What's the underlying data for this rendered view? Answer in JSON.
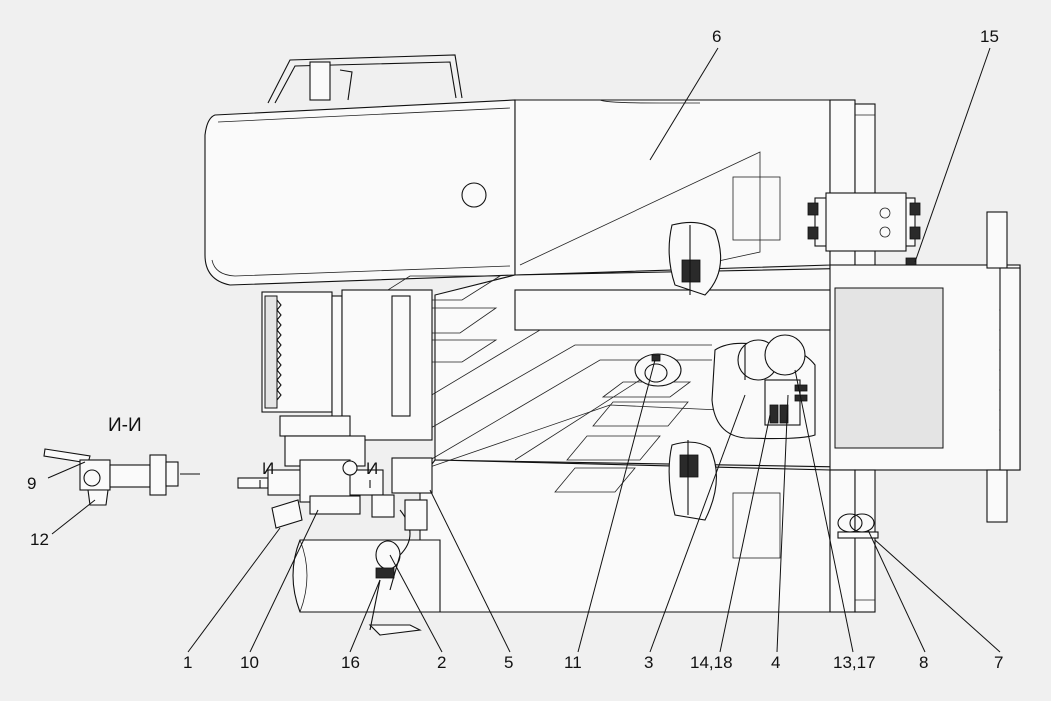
{
  "section_title": "И-И",
  "section_mark": "И",
  "callouts": [
    {
      "id": "c6",
      "text": "6"
    },
    {
      "id": "c15",
      "text": "15"
    },
    {
      "id": "c9",
      "text": "9"
    },
    {
      "id": "c12",
      "text": "12"
    },
    {
      "id": "c1",
      "text": "1"
    },
    {
      "id": "c10",
      "text": "10"
    },
    {
      "id": "c16",
      "text": "16"
    },
    {
      "id": "c2",
      "text": "2"
    },
    {
      "id": "c5",
      "text": "5"
    },
    {
      "id": "c11",
      "text": "11"
    },
    {
      "id": "c3",
      "text": "3"
    },
    {
      "id": "c14_18",
      "text": "14,18"
    },
    {
      "id": "c4",
      "text": "4"
    },
    {
      "id": "c13_17",
      "text": "13,17"
    },
    {
      "id": "c8",
      "text": "8"
    },
    {
      "id": "c7",
      "text": "7"
    }
  ]
}
